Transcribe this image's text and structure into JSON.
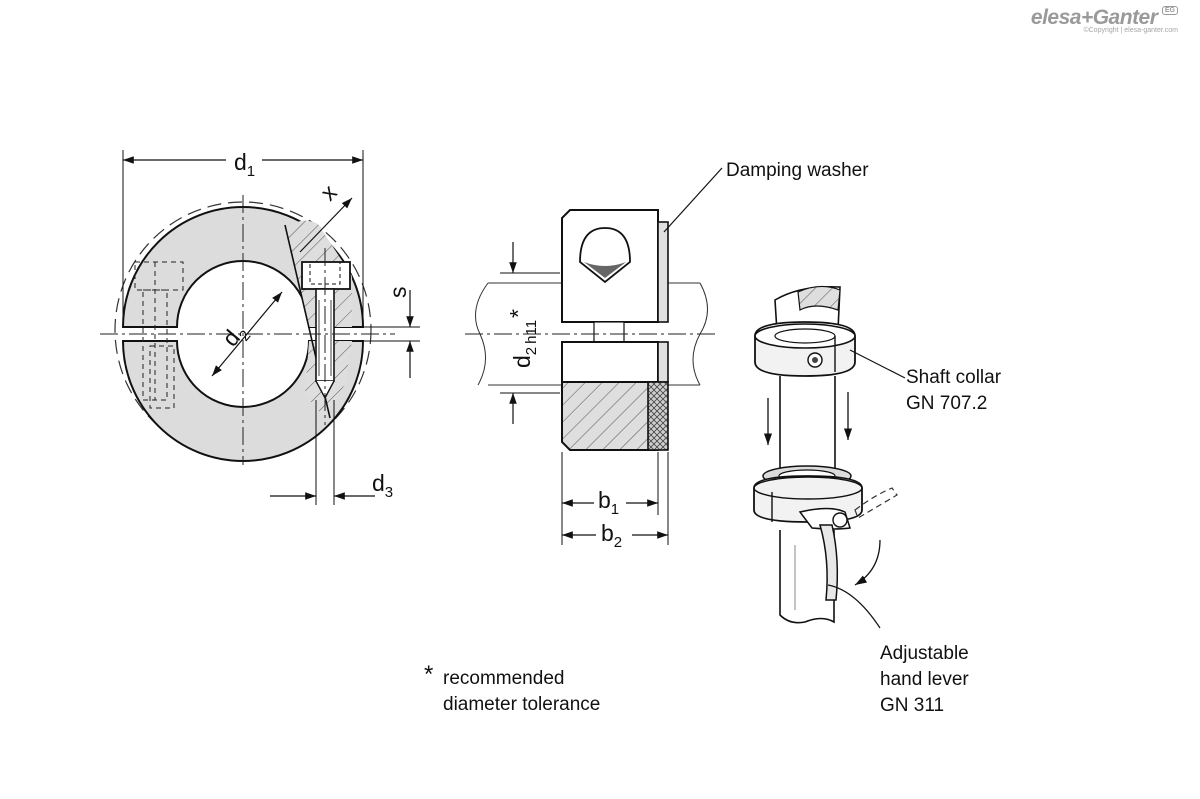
{
  "logo": {
    "brand": "elesa+Ganter",
    "badge": "EG",
    "copyright": "©Copyright | elesa-ganter.com"
  },
  "dimensions": {
    "d1": {
      "main": "d",
      "sub": "1"
    },
    "d2_front": {
      "main": "d",
      "sub": "2"
    },
    "d3": {
      "main": "d",
      "sub": "3"
    },
    "x": "x",
    "s": "s",
    "d2_side": {
      "main": "d",
      "sub": "2",
      "tol": "h11",
      "star": "*"
    },
    "b1": {
      "main": "b",
      "sub": "1"
    },
    "b2": {
      "main": "b",
      "sub": "2"
    }
  },
  "callouts": {
    "damping_washer": "Damping washer",
    "shaft_collar": [
      "Shaft collar",
      "GN 707.2"
    ],
    "hand_lever": [
      "Adjustable",
      "hand lever",
      "GN 311"
    ]
  },
  "footnote": {
    "star": "*",
    "lines": [
      "recommended",
      "diameter tolerance"
    ]
  }
}
